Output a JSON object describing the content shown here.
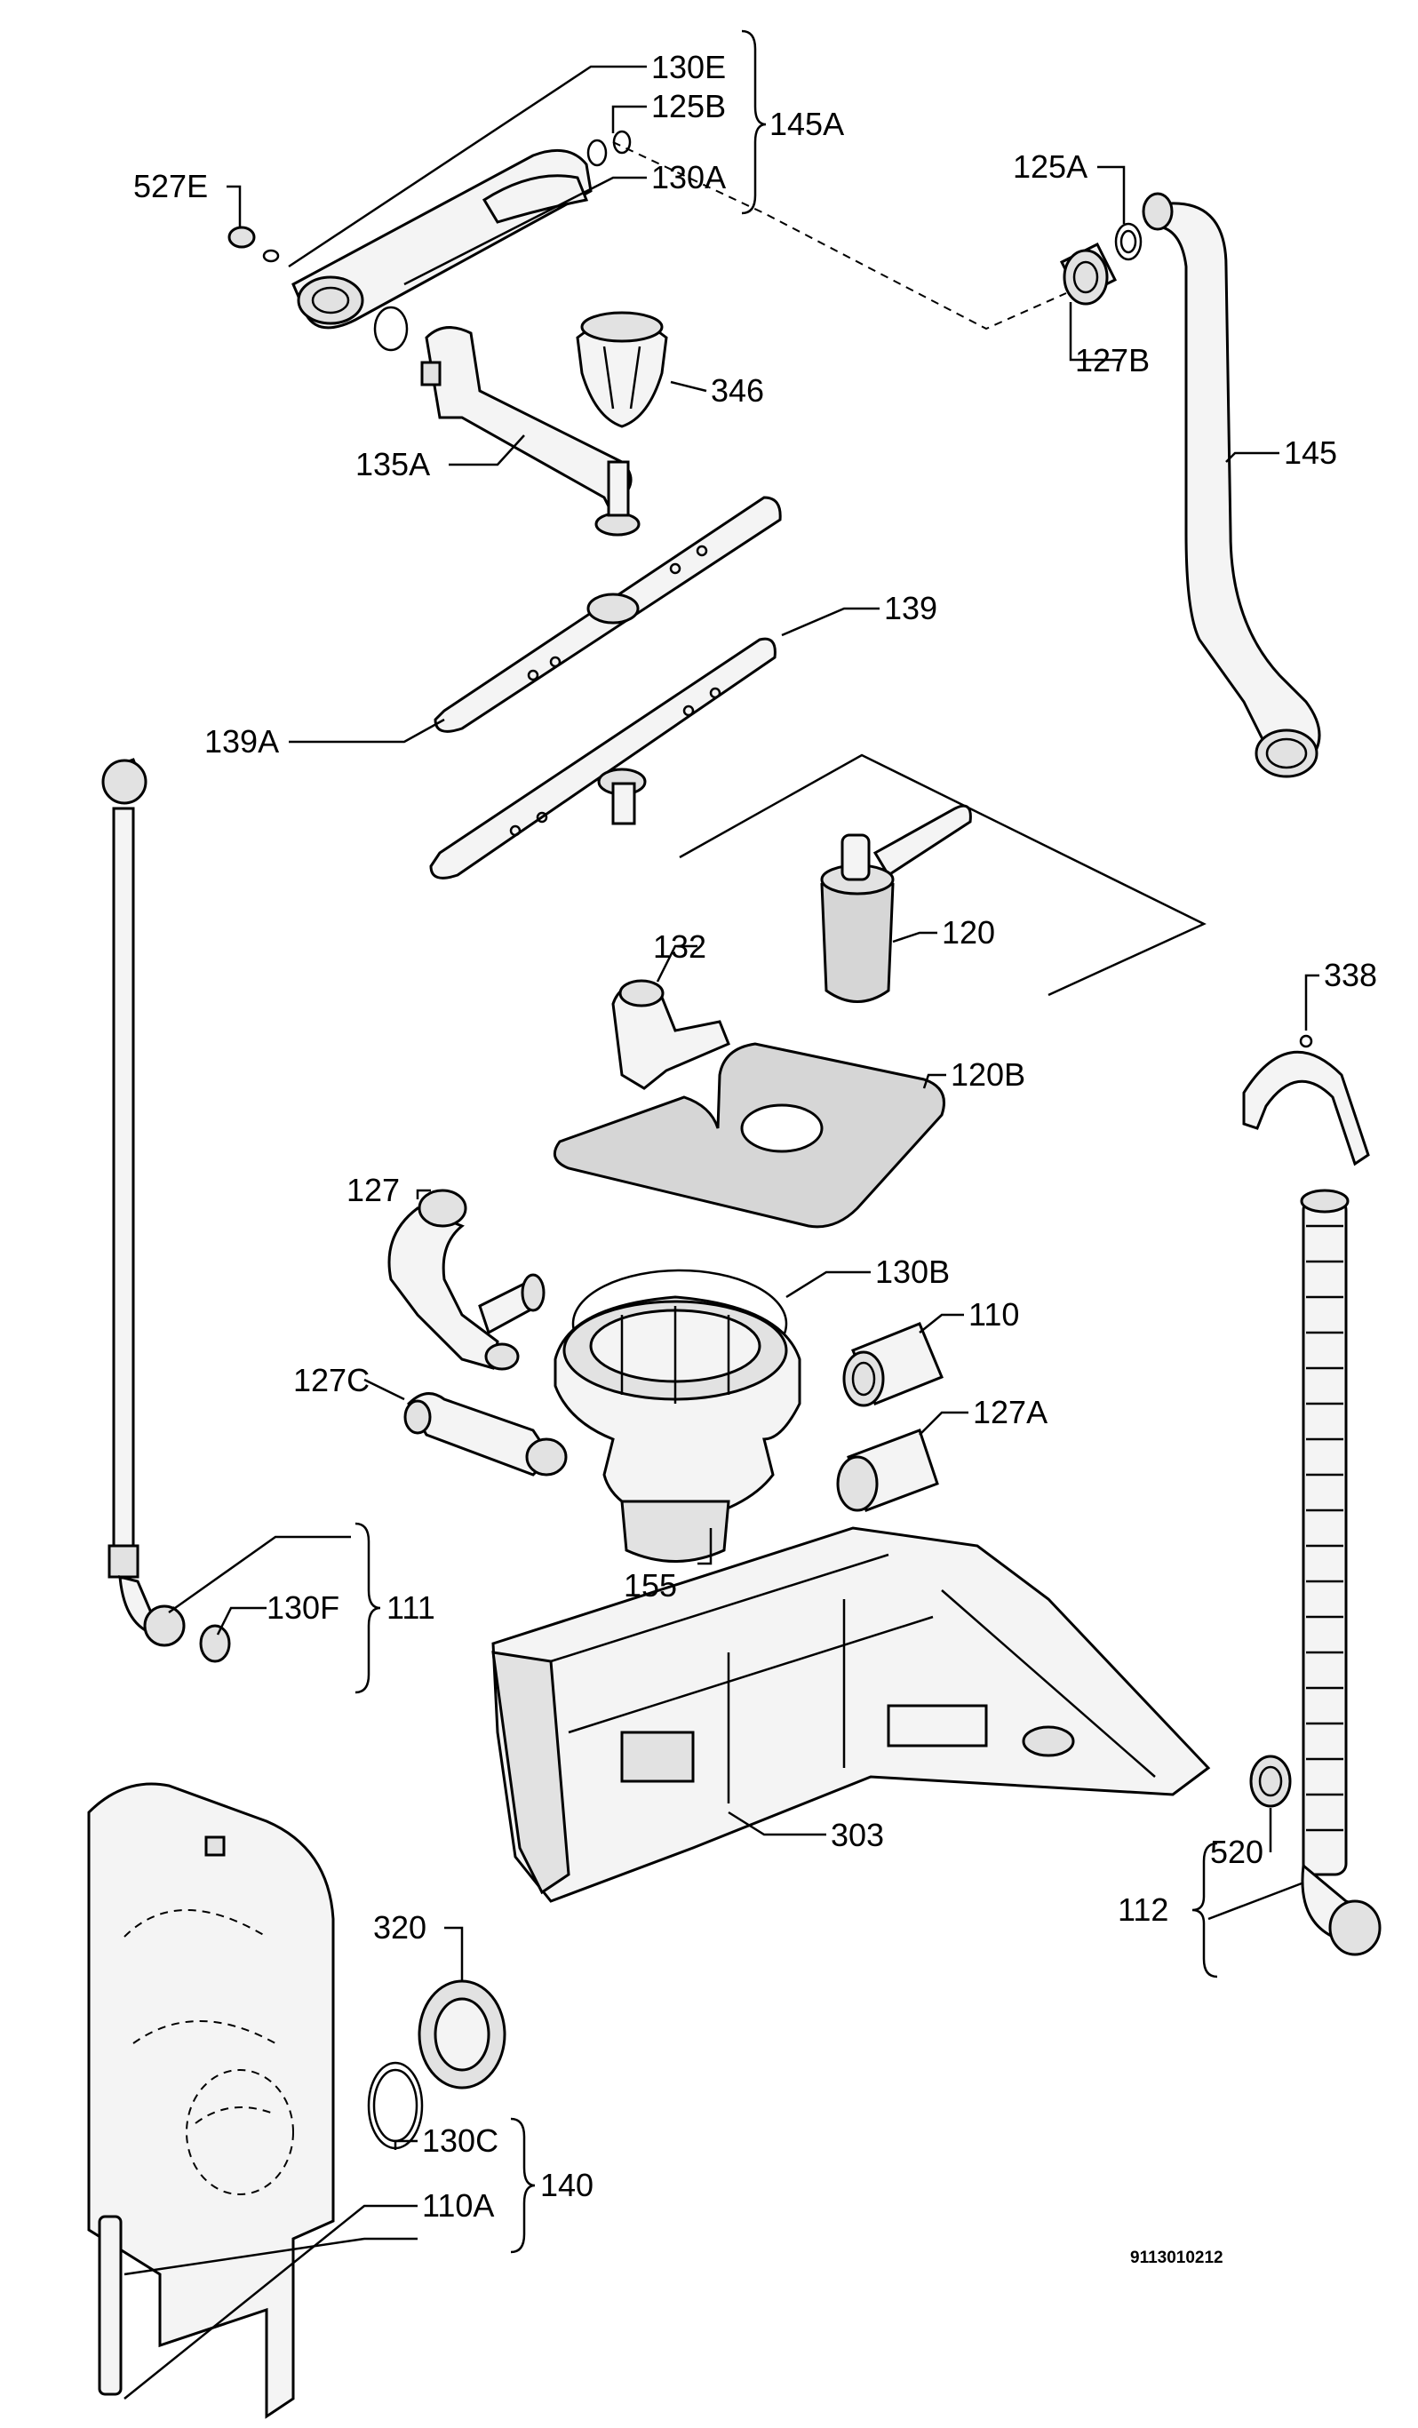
{
  "diagram": {
    "code": "9113010212",
    "labels": {
      "l130e": "130E",
      "l125b": "125B",
      "l145a": "145A",
      "l130a": "130A",
      "l527e": "527E",
      "l125a": "125A",
      "l127b": "127B",
      "l346": "346",
      "l135a": "135A",
      "l145": "145",
      "l139": "139",
      "l139a": "139A",
      "l120": "120",
      "l132": "132",
      "l338": "338",
      "l120b": "120B",
      "l127": "127",
      "l130b": "130B",
      "l110": "110",
      "l127c": "127C",
      "l127a": "127A",
      "l155": "155",
      "l111": "111",
      "l130f": "130F",
      "l303": "303",
      "l520": "520",
      "l112": "112",
      "l320": "320",
      "l130c": "130C",
      "l110a": "110A",
      "l140": "140"
    }
  }
}
